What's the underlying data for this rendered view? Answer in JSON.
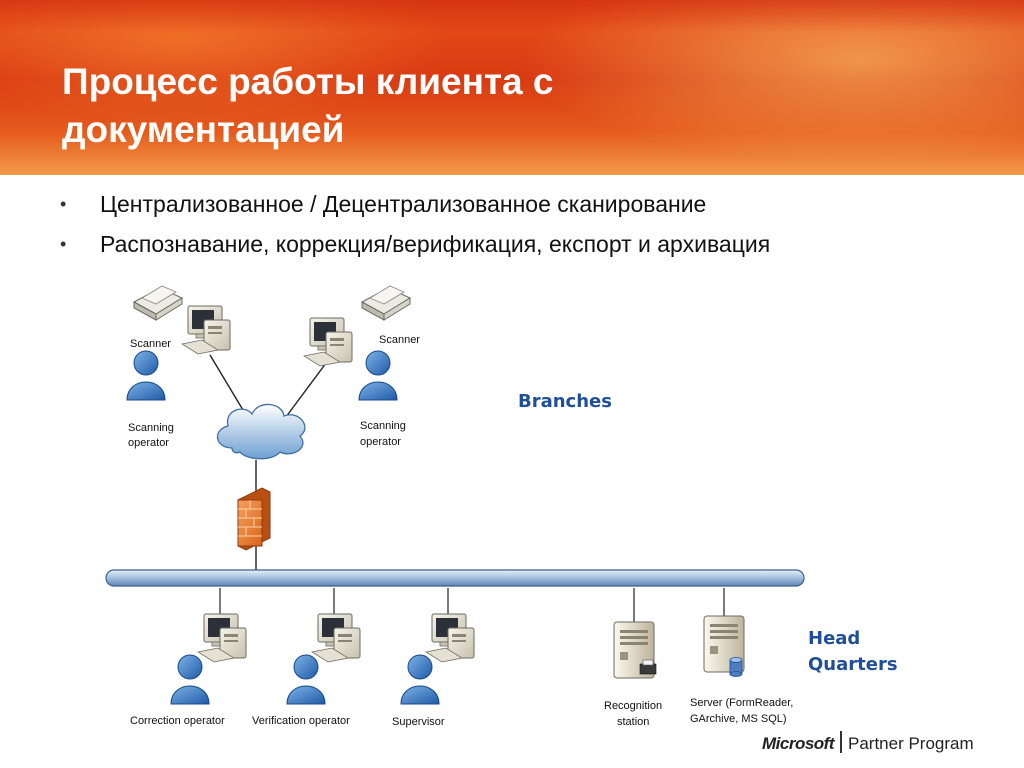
{
  "slide": {
    "title_line1": "Процесс работы клиента с",
    "title_line2": "документацией",
    "bullets": [
      "Централизованное / Децентрализованное сканирование",
      "Распознавание, коррекция/верификация, експорт и архивация"
    ],
    "bullet_marker": "•"
  },
  "diagram": {
    "regions": {
      "branches": "Branches",
      "head_line1": "Head",
      "head_line2": "Quarters"
    },
    "labels": {
      "scanner_left": "Scanner",
      "scanner_right": "Scanner",
      "scanning_operator_left_1": "Scanning",
      "scanning_operator_left_2": "operator",
      "scanning_operator_right_1": "Scanning",
      "scanning_operator_right_2": "operator",
      "correction_operator": "Correction operator",
      "verification_operator": "Verification operator",
      "supervisor": "Supervisor",
      "recognition_station_1": "Recognition",
      "recognition_station_2": "station",
      "server_1": "Server (FormReader,",
      "server_2": "GArchive, MS SQL)"
    }
  },
  "footer": {
    "brand": "Microsoft",
    "program": "Partner Program"
  }
}
